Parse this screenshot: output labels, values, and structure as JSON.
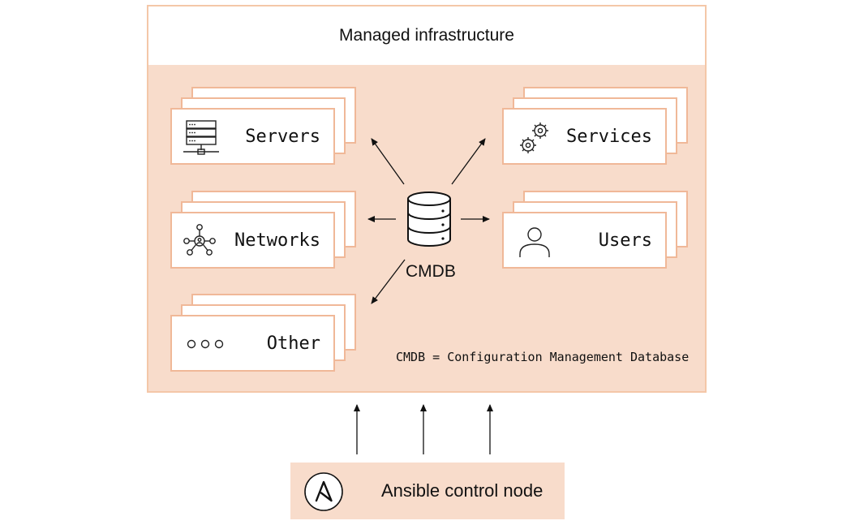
{
  "infrastructure": {
    "title": "Managed infrastructure",
    "categories": [
      {
        "label": "Servers",
        "icon": "server-rack-icon"
      },
      {
        "label": "Services",
        "icon": "gears-icon"
      },
      {
        "label": "Networks",
        "icon": "network-hub-icon"
      },
      {
        "label": "Users",
        "icon": "user-icon"
      },
      {
        "label": "Other",
        "icon": "ellipsis-icon"
      }
    ],
    "cmdb_label": "CMDB",
    "footnote": "CMDB = Configuration Management Database"
  },
  "control_node": {
    "label": "Ansible control node",
    "icon": "ansible-logo-icon"
  },
  "colors": {
    "panel_fill": "#f8dccb",
    "panel_border": "#f4c7a8",
    "card_border": "#f0b898",
    "ink": "#111111"
  }
}
